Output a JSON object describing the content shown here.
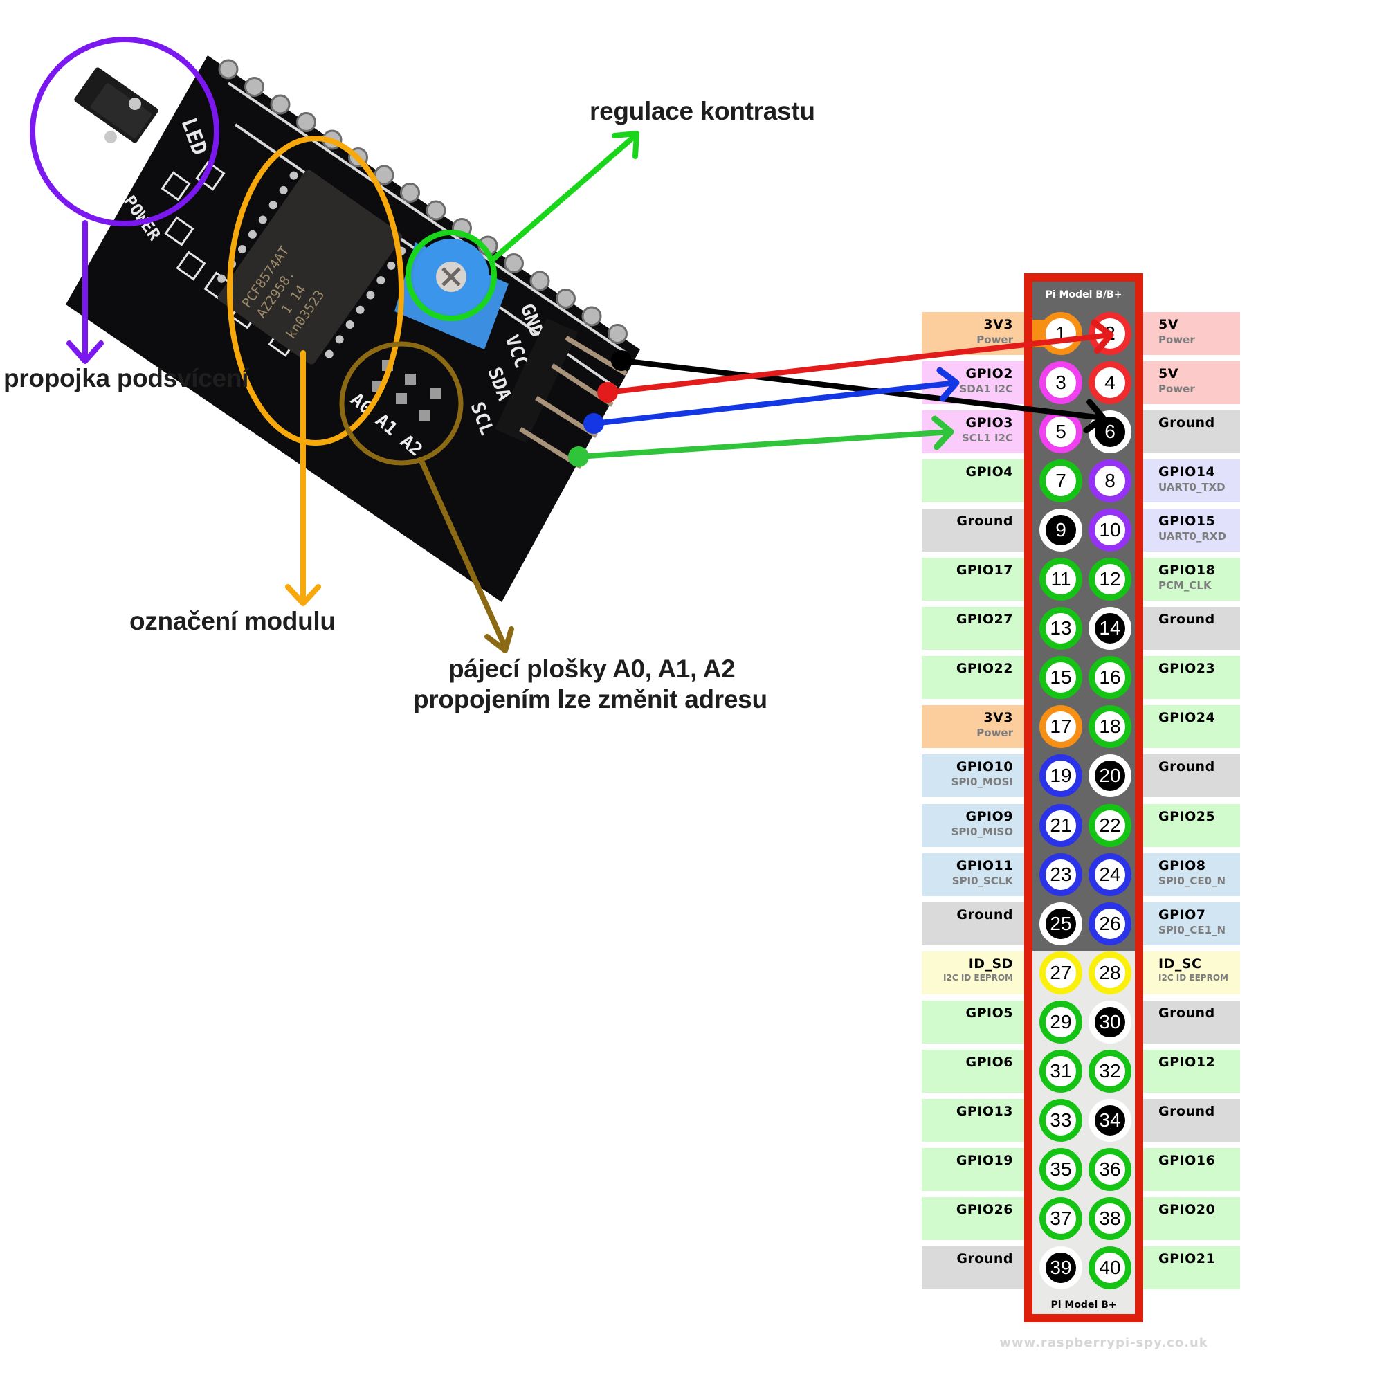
{
  "annotations": {
    "jumper": {
      "label": "propojka podsvícení",
      "color": "#7b18f0"
    },
    "contrast": {
      "label": "regulace kontrastu",
      "color": "#19d61b"
    },
    "module": {
      "label": "označení modulu",
      "color": "#f7a80a"
    },
    "address_pads": {
      "line1": "pájecí plošky A0, A1, A2",
      "line2": "propojením lze změnit adresu",
      "color": "#8c6a14"
    }
  },
  "module_board": {
    "chip_marking": [
      "PCF8574AT",
      "AZ2958.",
      "1    14",
      "kn03523"
    ],
    "silkscreen": {
      "led": "LED",
      "power": "POWER",
      "pads": "A0 A1 A2",
      "pins": [
        "GND",
        "VCC",
        "SDA",
        "SCL"
      ]
    }
  },
  "wires": [
    {
      "from": "GND",
      "to_pin": 6,
      "color": "#000000"
    },
    {
      "from": "VCC",
      "to_pin": 2,
      "color": "#e31b1b"
    },
    {
      "from": "SDA",
      "to_pin": 3,
      "color": "#1437e6"
    },
    {
      "from": "SCL",
      "to_pin": 5,
      "color": "#2fc43a"
    }
  ],
  "header": {
    "title_top": "Pi Model B/B+",
    "title_bottom": "Pi Model B+",
    "watermark": "www.raspberrypi-spy.co.uk",
    "rows": [
      {
        "left": {
          "pin": 1,
          "name": "3V3",
          "sub": "Power",
          "type": "power3"
        },
        "right": {
          "pin": 2,
          "name": "5V",
          "sub": "Power",
          "type": "power5"
        }
      },
      {
        "left": {
          "pin": 3,
          "name": "GPIO2",
          "sub": "SDA1 I2C",
          "type": "i2c"
        },
        "right": {
          "pin": 4,
          "name": "5V",
          "sub": "Power",
          "type": "power5"
        }
      },
      {
        "left": {
          "pin": 5,
          "name": "GPIO3",
          "sub": "SCL1 I2C",
          "type": "i2c"
        },
        "right": {
          "pin": 6,
          "name": "Ground",
          "sub": "",
          "type": "ground"
        }
      },
      {
        "left": {
          "pin": 7,
          "name": "GPIO4",
          "sub": "",
          "type": "gpio"
        },
        "right": {
          "pin": 8,
          "name": "GPIO14",
          "sub": "UART0_TXD",
          "type": "uart"
        }
      },
      {
        "left": {
          "pin": 9,
          "name": "Ground",
          "sub": "",
          "type": "ground"
        },
        "right": {
          "pin": 10,
          "name": "GPIO15",
          "sub": "UART0_RXD",
          "type": "uart"
        }
      },
      {
        "left": {
          "pin": 11,
          "name": "GPIO17",
          "sub": "",
          "type": "gpio"
        },
        "right": {
          "pin": 12,
          "name": "GPIO18",
          "sub": "PCM_CLK",
          "type": "gpio"
        }
      },
      {
        "left": {
          "pin": 13,
          "name": "GPIO27",
          "sub": "",
          "type": "gpio"
        },
        "right": {
          "pin": 14,
          "name": "Ground",
          "sub": "",
          "type": "ground"
        }
      },
      {
        "left": {
          "pin": 15,
          "name": "GPIO22",
          "sub": "",
          "type": "gpio"
        },
        "right": {
          "pin": 16,
          "name": "GPIO23",
          "sub": "",
          "type": "gpio"
        }
      },
      {
        "left": {
          "pin": 17,
          "name": "3V3",
          "sub": "Power",
          "type": "power3"
        },
        "right": {
          "pin": 18,
          "name": "GPIO24",
          "sub": "",
          "type": "gpio"
        }
      },
      {
        "left": {
          "pin": 19,
          "name": "GPIO10",
          "sub": "SPI0_MOSI",
          "type": "spi"
        },
        "right": {
          "pin": 20,
          "name": "Ground",
          "sub": "",
          "type": "ground"
        }
      },
      {
        "left": {
          "pin": 21,
          "name": "GPIO9",
          "sub": "SPI0_MISO",
          "type": "spi"
        },
        "right": {
          "pin": 22,
          "name": "GPIO25",
          "sub": "",
          "type": "gpio"
        }
      },
      {
        "left": {
          "pin": 23,
          "name": "GPIO11",
          "sub": "SPI0_SCLK",
          "type": "spi"
        },
        "right": {
          "pin": 24,
          "name": "GPIO8",
          "sub": "SPI0_CE0_N",
          "type": "spi"
        }
      },
      {
        "left": {
          "pin": 25,
          "name": "Ground",
          "sub": "",
          "type": "ground"
        },
        "right": {
          "pin": 26,
          "name": "GPIO7",
          "sub": "SPI0_CE1_N",
          "type": "spi"
        }
      },
      {
        "left": {
          "pin": 27,
          "name": "ID_SD",
          "sub": "I2C ID EEPROM",
          "type": "id"
        },
        "right": {
          "pin": 28,
          "name": "ID_SC",
          "sub": "I2C ID EEPROM",
          "type": "id"
        }
      },
      {
        "left": {
          "pin": 29,
          "name": "GPIO5",
          "sub": "",
          "type": "gpio"
        },
        "right": {
          "pin": 30,
          "name": "Ground",
          "sub": "",
          "type": "ground"
        }
      },
      {
        "left": {
          "pin": 31,
          "name": "GPIO6",
          "sub": "",
          "type": "gpio"
        },
        "right": {
          "pin": 32,
          "name": "GPIO12",
          "sub": "",
          "type": "gpio"
        }
      },
      {
        "left": {
          "pin": 33,
          "name": "GPIO13",
          "sub": "",
          "type": "gpio"
        },
        "right": {
          "pin": 34,
          "name": "Ground",
          "sub": "",
          "type": "ground"
        }
      },
      {
        "left": {
          "pin": 35,
          "name": "GPIO19",
          "sub": "",
          "type": "gpio"
        },
        "right": {
          "pin": 36,
          "name": "GPIO16",
          "sub": "",
          "type": "gpio"
        }
      },
      {
        "left": {
          "pin": 37,
          "name": "GPIO26",
          "sub": "",
          "type": "gpio"
        },
        "right": {
          "pin": 38,
          "name": "GPIO20",
          "sub": "",
          "type": "gpio"
        }
      },
      {
        "left": {
          "pin": 39,
          "name": "Ground",
          "sub": "",
          "type": "ground"
        },
        "right": {
          "pin": 40,
          "name": "GPIO21",
          "sub": "",
          "type": "gpio"
        }
      }
    ]
  },
  "palette": {
    "power3": {
      "box": "#fccd9d",
      "ring": "#f78f14"
    },
    "power5": {
      "box": "#fdcaca",
      "ring": "#ef2b2e"
    },
    "i2c": {
      "box": "#fbcbfb",
      "ring": "#f040f0"
    },
    "gpio": {
      "box": "#d1fbcd",
      "ring": "#14c314"
    },
    "ground": {
      "box": "#dadada",
      "ring": "#ffffff"
    },
    "uart": {
      "box": "#e1e1fc",
      "ring": "#9632f5"
    },
    "spi": {
      "box": "#d2e5f2",
      "ring": "#2a33e8"
    },
    "id": {
      "box": "#fcfbd2",
      "ring": "#fbf00c"
    }
  }
}
